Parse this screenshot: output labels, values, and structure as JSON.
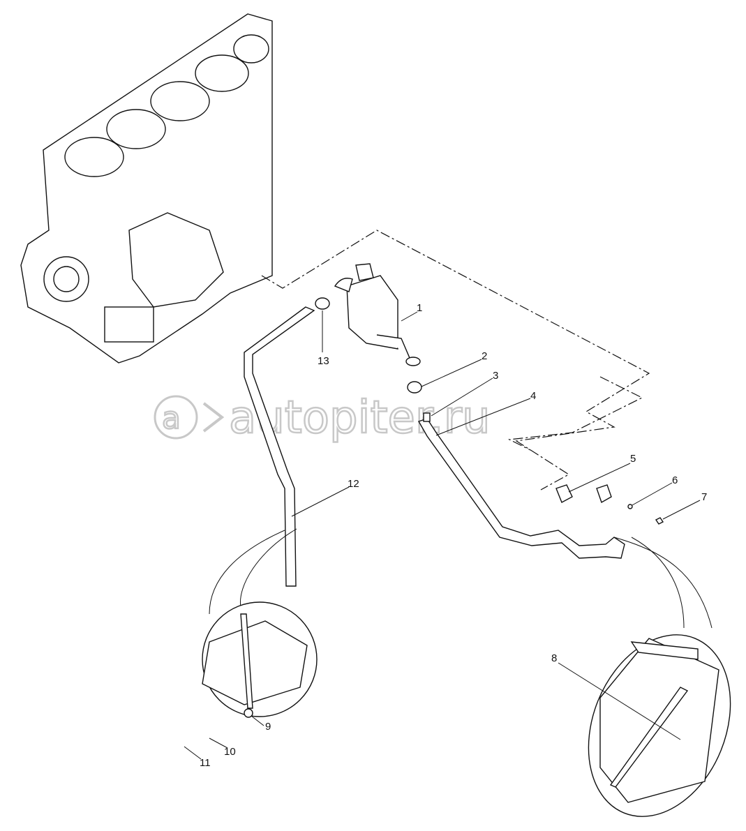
{
  "diagram": {
    "callouts": [
      "1",
      "2",
      "3",
      "4",
      "5",
      "6",
      "7",
      "8",
      "9",
      "10",
      "11",
      "12",
      "13"
    ],
    "watermark": "autopiter.ru"
  }
}
